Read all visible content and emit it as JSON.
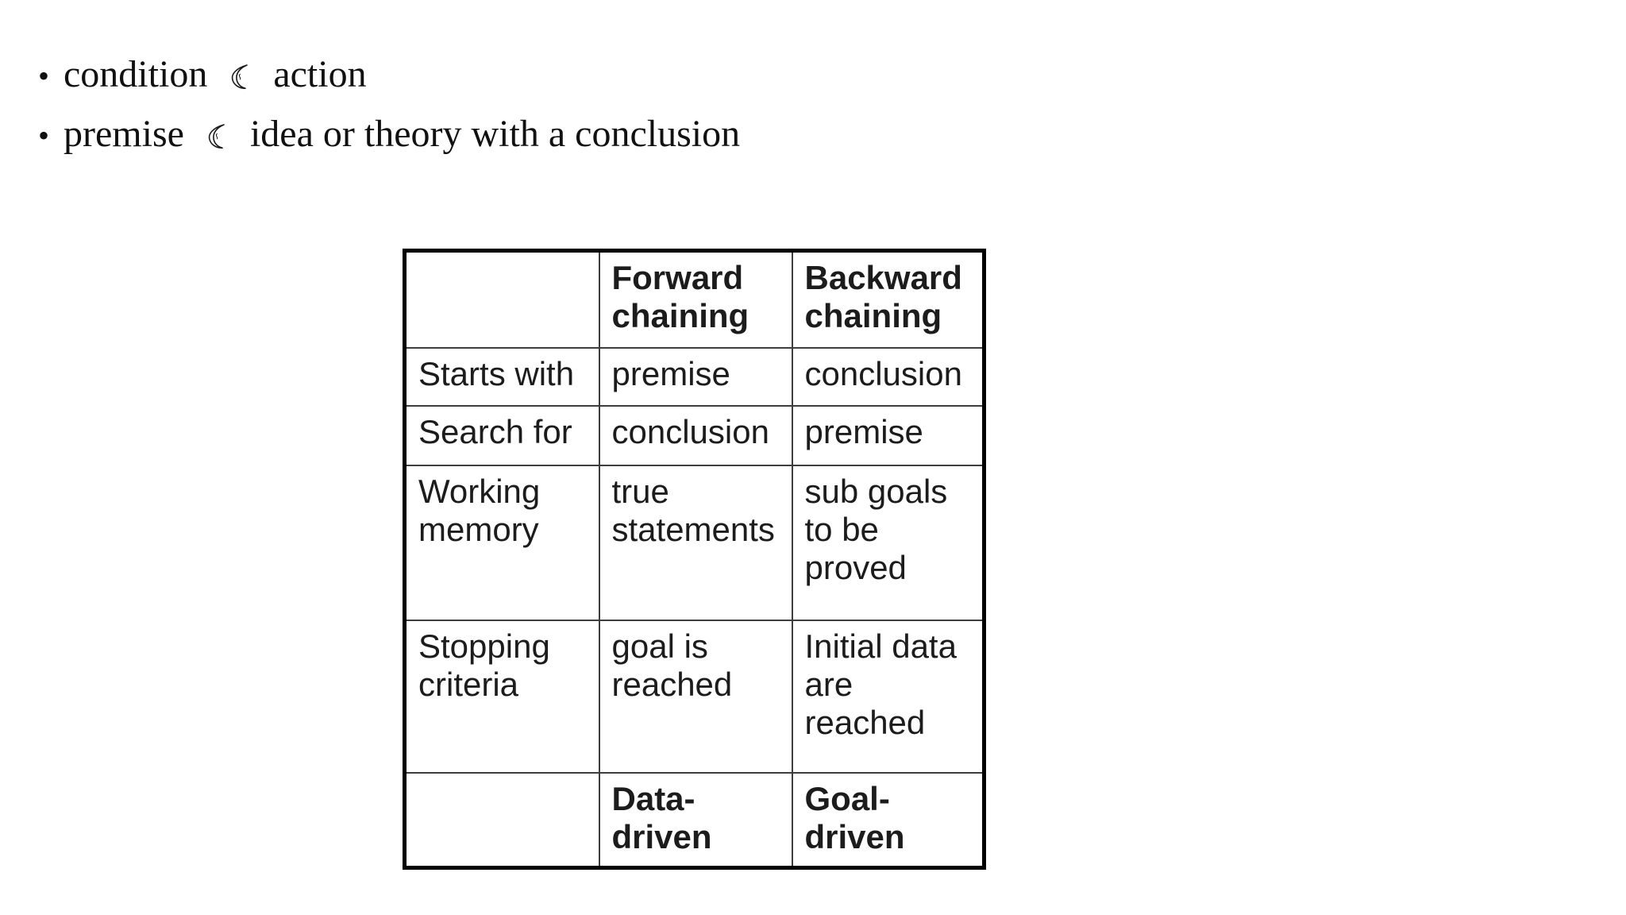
{
  "page": {
    "background": "#ffffff",
    "text_color": "#111111"
  },
  "colors": {
    "table_border_outer": "#000000",
    "table_border_inner": "#3d3d3d",
    "table_text": "#1c1c1c"
  },
  "icons": {
    "bullet_separator": "crescent-moon",
    "bullet_separator_unicode": "☾"
  },
  "bullets": [
    {
      "marker": "•",
      "term": "condition",
      "definition": "action"
    },
    {
      "marker": "•",
      "term": "premise",
      "definition": "idea or theory with a conclusion"
    }
  ],
  "comparison_table": {
    "header": [
      "",
      "Forward\nchaining",
      "Backward\nchaining"
    ],
    "rows": [
      [
        "Starts with",
        "premise",
        "conclusion"
      ],
      [
        "Search for",
        "conclusion",
        "premise"
      ],
      [
        "Working\nmemory",
        "true\nstatements",
        "sub goals\nto be\nproved"
      ],
      [
        "Stopping\ncriteria",
        "goal is\nreached",
        "Initial data\nare\nreached"
      ],
      [
        "",
        "Data-\ndriven",
        "Goal-\ndriven"
      ]
    ]
  }
}
